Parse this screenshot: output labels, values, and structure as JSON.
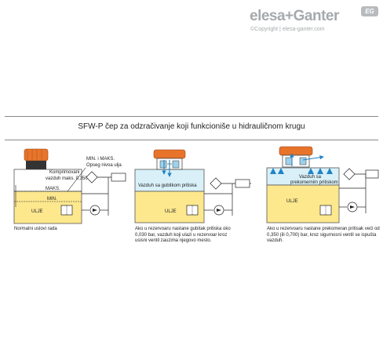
{
  "brand": {
    "name_left": "elesa",
    "name_right": "Ganter",
    "plus": "+",
    "copyright": "©Copyright | elesa-ganter.com",
    "badge": "EG"
  },
  "title": "SFW-P čep za odzračivanje koji funkcioniše u hidrauličnom krugu",
  "panel1": {
    "label_compressed_line1": "Komprimovani",
    "label_compressed_line2": "vazduh maks. 0,350 bar",
    "label_minmax_line1": "MIN. i MAKS.",
    "label_minmax_line2": "Opseg nivoa ulja",
    "label_max": "MAKS.",
    "label_min": "MIN.",
    "label_oil": "ULJE",
    "caption": "Normalni uslovi rada"
  },
  "panel2": {
    "label_air": "Vazduh sa gubitkom pritiska",
    "label_oil": "ULJE",
    "caption_lines": [
      "Ako u rezervoaru nastane gubitak pritiska oko",
      "0,030 bar, vazduh koji ulazi u rezervoar kroz",
      "usisni ventil zauzima njegovo mesto."
    ]
  },
  "panel3": {
    "label_air_line1": "Vazduh sa",
    "label_air_line2": "prekomernim pritiskom",
    "label_oil": "ULJE",
    "caption_lines": [
      "Ako u rezervoaru nastane prekomeran pritisak veći od",
      "0,350 (ili 0,700) bar, kroz sigurnosni ventil se ispušta",
      "vazduh."
    ]
  },
  "colors": {
    "oil_yellow": "#fde88e",
    "air_blue": "#d9f0f8",
    "cap_orange": "#e8742b",
    "arrow_blue": "#1f84c8",
    "line_dark": "#222222"
  }
}
